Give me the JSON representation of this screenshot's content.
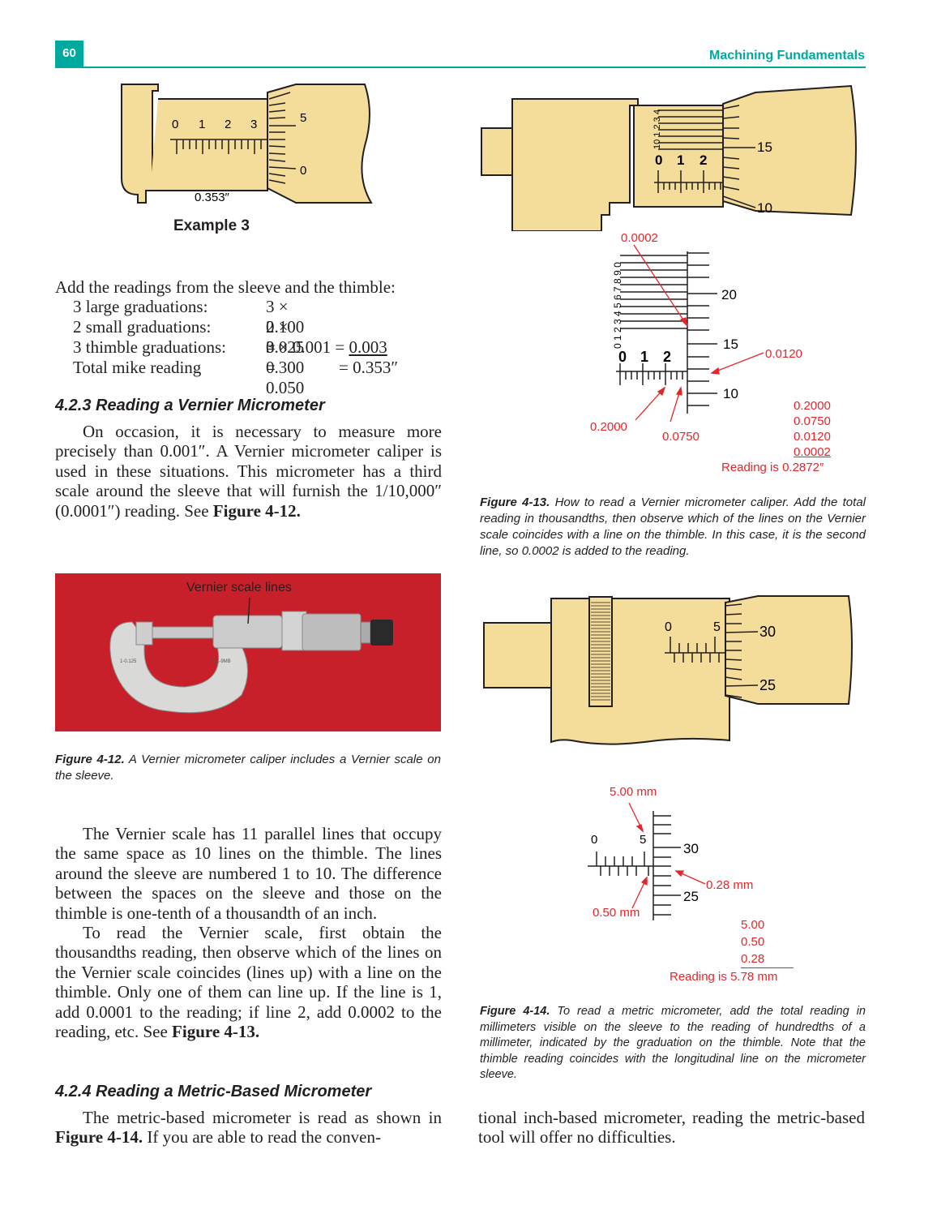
{
  "header": {
    "page_number": "60",
    "running_title": "Machining Fundamentals",
    "accent": "#00a99d"
  },
  "example3": {
    "sleeve_numbers": [
      "0",
      "1",
      "2",
      "3"
    ],
    "thimble_numbers": [
      "5",
      "0"
    ],
    "reading": "0.353″",
    "title": "Example 3"
  },
  "calc": {
    "intro": "Add the readings from the sleeve and the thimble:",
    "rows": [
      {
        "label": "3 large graduations:",
        "value": "3 × 0.100 = 0.300"
      },
      {
        "label": "2 small graduations:",
        "value": "2 × 0.025 = 0.050"
      },
      {
        "label": "3 thimble graduations:",
        "value_prefix": "3 × 0.001 = ",
        "value_underlined": "0.003"
      },
      {
        "label": "Total mike reading",
        "value": "= 0.353″"
      }
    ]
  },
  "section_423": {
    "heading": "4.2.3 Reading a Vernier Micrometer",
    "para1_text": "On occasion, it is necessary to measure more precisely than 0.001″. A Vernier micrometer caliper is used in these situations. This micrometer has a third scale around the sleeve that will furnish the 1/10,000″ (0.0001″) reading. See ",
    "para1_ref": "Figure 4-12."
  },
  "fig412": {
    "photo_label": "Vernier scale lines",
    "caption_label": "Figure 4-12.",
    "caption_text": " A Vernier micrometer caliper includes a Vernier scale on the sleeve.",
    "photo_bg": "#c8202a"
  },
  "section_423b": {
    "para2": "The Vernier scale has 11 parallel lines that occupy the same space as 10 lines on the thimble. The lines around the sleeve are numbered 1 to 10. The difference between the spaces on the sleeve and those on the thimble is one-tenth of a thousandth of an inch.",
    "para3_text": "To read the Vernier scale, first obtain the thousandths reading, then observe which of the lines on the Vernier scale coincides (lines up) with a line on the thimble. Only one of them can line up. If the line is 1, add 0.0001 to the reading; if line 2, add 0.0002 to the reading, etc. See ",
    "para3_ref": "Figure 4-13."
  },
  "section_424": {
    "heading": "4.2.4 Reading a Metric-Based Micrometer",
    "para_text": "The metric-based micrometer is read as shown in ",
    "para_ref": "Figure 4-14.",
    "para_rest": " If you are able to read the conven-",
    "continuation": "tional inch-based micrometer, reading the metric-based tool will offer no difficulties."
  },
  "fig413": {
    "vernier_numbers_top": "10 1 2 3 4",
    "sleeve_numbers": [
      "0",
      "1",
      "2"
    ],
    "thimble_numbers": [
      "15",
      "10"
    ],
    "detail_vernier_numbers": "0 1 2 3 4 5 6 7 8 9 0",
    "detail_thimble_numbers": [
      "20",
      "15",
      "10"
    ],
    "callouts": {
      "a": "0.0002",
      "b": "0.0120",
      "c": "0.2000",
      "d": "0.0750"
    },
    "sum_lines": [
      "0.2000",
      "0.0750",
      "0.0120"
    ],
    "sum_last": "0.0002",
    "reading_label": "Reading is",
    "reading_value": "0.2872″",
    "caption_label": "Figure 4-13.",
    "caption_text": " How to read a Vernier micrometer caliper. Add the total reading in thousandths, then observe which of the lines on the Vernier scale coincides with a line on the thimble. In this case, it is the second line, so 0.0002 is added to the reading."
  },
  "fig414": {
    "sleeve_numbers": [
      "0",
      "5"
    ],
    "thimble_numbers": [
      "30",
      "25"
    ],
    "callouts": {
      "a": "5.00 mm",
      "b": "0.28 mm",
      "c": "0.50 mm"
    },
    "sum_lines": [
      "5.00",
      "0.50"
    ],
    "sum_last": "0.28",
    "reading_label": "Reading is",
    "reading_value": "5.78 mm",
    "caption_label": "Figure 4-14.",
    "caption_text": " To read a metric micrometer, add the total reading in millimeters visible on the sleeve to the reading of hundredths of a millimeter, indicated by the graduation on the thimble. Note that the thimble reading coincides with the longitudinal line on the micrometer sleeve."
  },
  "colors": {
    "tan": "#f4dc9a",
    "red_annotation": "#e3262b",
    "teal": "#00a99d"
  }
}
